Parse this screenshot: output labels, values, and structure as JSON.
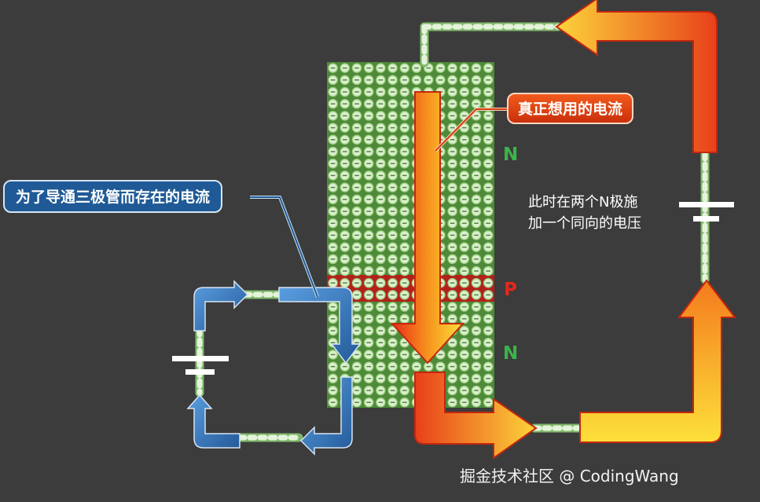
{
  "callouts": {
    "base_current": "为了导通三极管而存在的电流",
    "desired_current": "真正想用的电流"
  },
  "layers": [
    {
      "letter": "N",
      "color": "#3bb44a"
    },
    {
      "letter": "P",
      "color": "#e4271b"
    },
    {
      "letter": "N",
      "color": "#3bb44a"
    }
  ],
  "side_note": {
    "line1": "此时在两个N极施",
    "line2": "加一个同向的电压"
  },
  "watermark": "掘金技术社区 @ CodingWang",
  "colors": {
    "background": "#3c3c3c",
    "n_region": "#4e8a3a",
    "p_region": "#b3211c",
    "electron": "#9fd08a",
    "blue_arrow": "#2f70b8",
    "orange_arrow": "#f7921e",
    "red_arrow": "#e62d18"
  },
  "icons": [
    "battery-symbol-icon",
    "electron-icon",
    "arrow-icon"
  ]
}
